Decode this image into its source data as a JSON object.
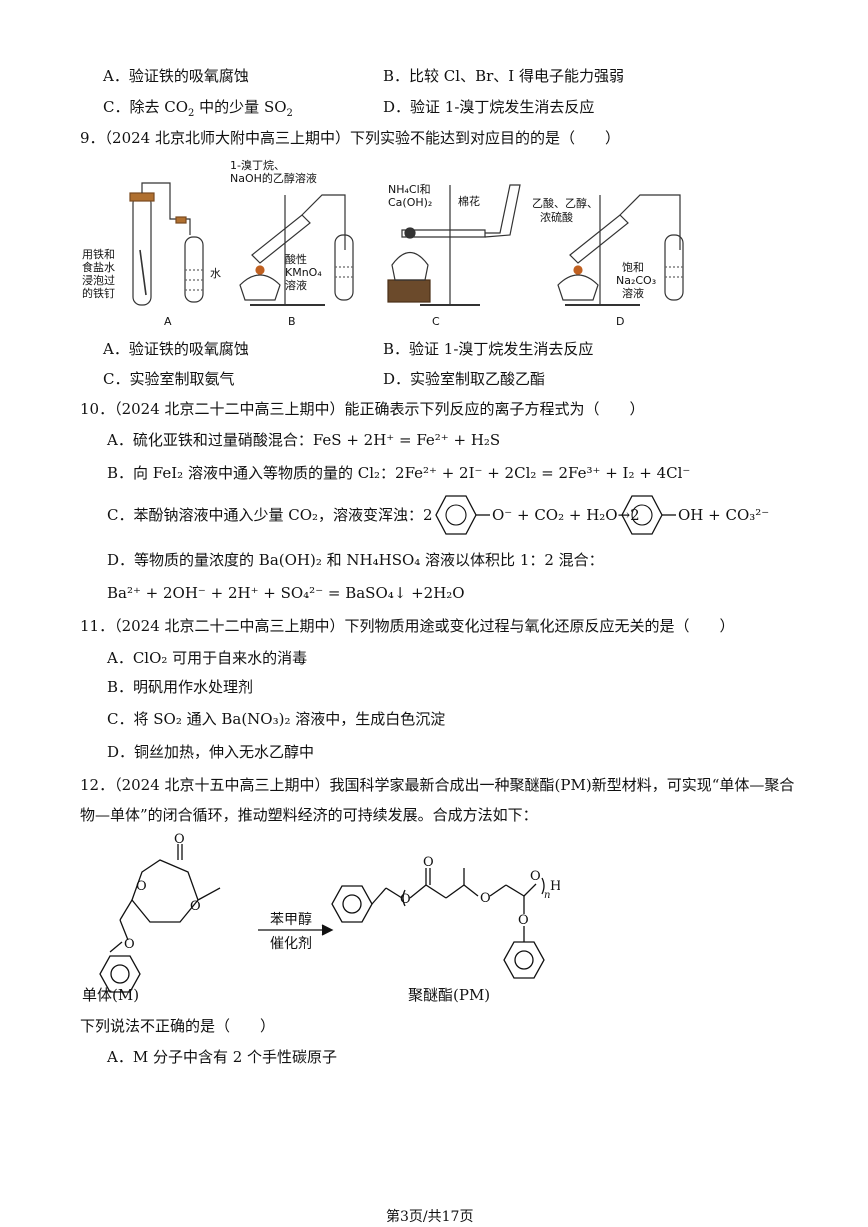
{
  "q8_options": {
    "A": "A．验证铁的吸氧腐蚀",
    "B": "B．比较 Cl、Br、I 得电子能力强弱",
    "C_pre": "C．除去 CO",
    "C_sub1": "2",
    "C_mid": " 中的少量 SO",
    "C_sub2": "2",
    "D": "D．验证 1-溴丁烷发生消去反应"
  },
  "q9": {
    "stem": "9．（2024 北京北师大附中高三上期中）下列实验不能达到对应目的的是（　　）",
    "fig_labels": {
      "a_left": [
        "用铁和",
        "食盐水",
        "浸泡过",
        "的铁钉"
      ],
      "a_water": "水",
      "b_top": [
        "1-溴丁烷、",
        "NaOH的乙醇溶液"
      ],
      "b_right": [
        "酸性",
        "KMnO₄",
        "溶液"
      ],
      "c_left": [
        "NH₄Cl和",
        "Ca(OH)₂"
      ],
      "c_right": "棉花",
      "d_left": [
        "乙酸、乙醇、",
        "浓硫酸"
      ],
      "d_right": [
        "饱和",
        "Na₂CO₃",
        "溶液"
      ],
      "letters": [
        "A",
        "B",
        "C",
        "D"
      ]
    },
    "options": {
      "A": "A．验证铁的吸氧腐蚀",
      "B": "B．验证 1-溴丁烷发生消去反应",
      "C": "C．实验室制取氨气",
      "D": "D．实验室制取乙酸乙酯"
    }
  },
  "q10": {
    "stem": "10．（2024 北京二十二中高三上期中）能正确表示下列反应的离子方程式为（　　）",
    "A": "A．硫化亚铁和过量硝酸混合：FeS + 2H⁺ = Fe²⁺ + H₂S",
    "B": "B．向 FeI₂ 溶液中通入等物质的量的 Cl₂：2Fe²⁺ + 2I⁻ + 2Cl₂ = 2Fe³⁺ + I₂ + 4Cl⁻",
    "C_text": "C．苯酚钠溶液中通入少量 CO₂，溶液变浑浊：2",
    "C_mid1": "O⁻ + CO₂ + H₂O→2",
    "C_mid2": "OH + CO₃²⁻",
    "D": "D．等物质的量浓度的 Ba(OH)₂ 和 NH₄HSO₄ 溶液以体积比 1：2 混合：",
    "D_eq": "Ba²⁺ + 2OH⁻ + 2H⁺ + SO₄²⁻ = BaSO₄↓ +2H₂O"
  },
  "q11": {
    "stem": "11．（2024 北京二十二中高三上期中）下列物质用途或变化过程与氧化还原反应无关的是（　　）",
    "A": "A．ClO₂ 可用于自来水的消毒",
    "B": "B．明矾用作水处理剂",
    "C": "C．将 SO₂ 通入 Ba(NO₃)₂ 溶液中，生成白色沉淀",
    "D": "D．铜丝加热，伸入无水乙醇中"
  },
  "q12": {
    "stem1": "12．（2024 北京十五中高三上期中）我国科学家最新合成出一种聚醚酯(PM)新型材料，可实现“单体—聚合",
    "stem2": "物—单体”的闭合循环，推动塑料经济的可持续发展。合成方法如下：",
    "arrow_top": "苯甲醇",
    "arrow_bottom": "催化剂",
    "monomer_label": "单体(M)",
    "polymer_label": "聚醚酯(PM)",
    "atom_O": "O",
    "atom_n": "n",
    "atom_H": "H",
    "question": "下列说法不正确的是（　　）",
    "A": "A．M 分子中含有 2 个手性碳原子"
  },
  "footer": "第3页/共17页"
}
